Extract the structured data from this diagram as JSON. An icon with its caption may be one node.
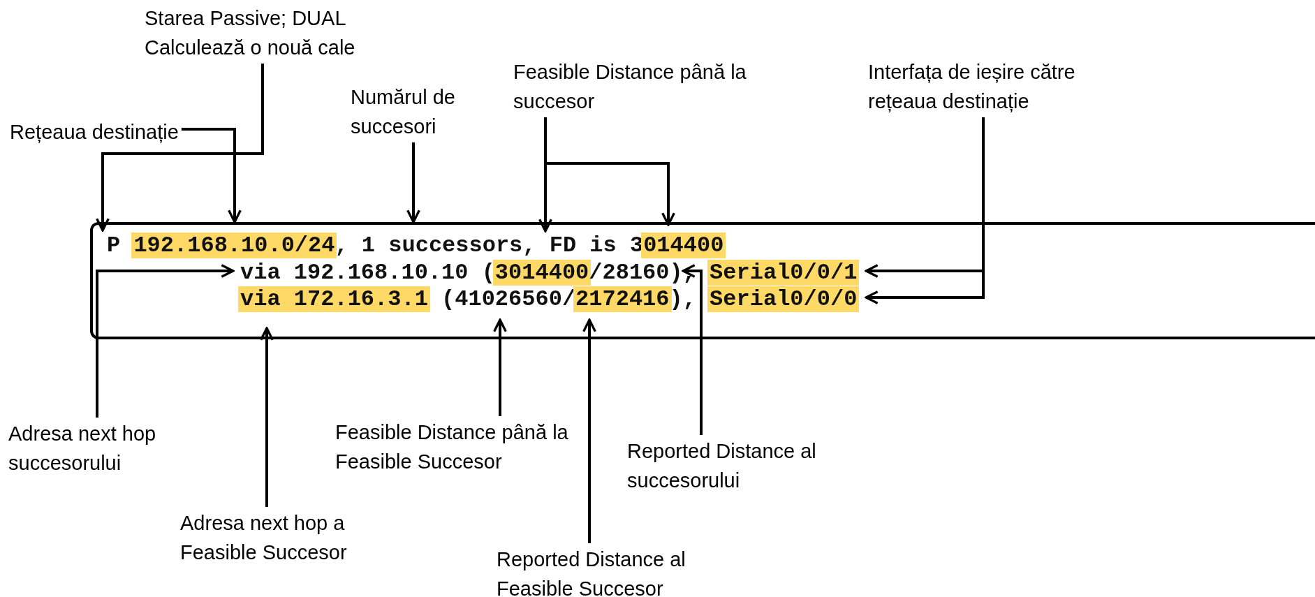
{
  "diagram": {
    "nodes": [
      {
        "text": [
          "Starea Passive; DUAL Calculează o nouă cale"
        ]
      },
      {
        "text": [
          "Feasible Distance până la succesor"
        ]
      },
      {
        "text": [
          "Interfața de ieșire către rețeaua destinație"
        ]
      },
      {
        "text": [
          "Numărul de succesori"
        ]
      },
      {
        "text": [
          "Rețeaua destinație"
        ]
      },
      {
        "text": [
          "P 192.168.10.0/24, 1 successors, FD is 3014400",
          "via 192.168.10.10 (3014400/28160), Serial0/0/1",
          "via 172.16.3.1 (41026560/2172416), Serial0/0/0"
        ]
      },
      {
        "text": [
          "Feasible Distance până la Feasible Succesor"
        ]
      },
      {
        "text": [
          "Adresa next hop succesorului"
        ]
      },
      {
        "text": [
          "Reported Distance al succesorului"
        ]
      },
      {
        "text": [
          "Adresa next hop a Feasible Succesor"
        ]
      },
      {
        "text": [
          "Reported Distance al Feasible Succesor"
        ]
      }
    ],
    "edges": [
      {
        "from": 0,
        "to": 5,
        "arrow": "to"
      },
      {
        "from": 4,
        "to": 5,
        "arrow": "to"
      },
      {
        "from": 3,
        "to": 5,
        "arrow": "to"
      },
      {
        "from": 1,
        "to": 5,
        "arrow": "to"
      },
      {
        "from": 1,
        "to": 5,
        "arrow": "to"
      },
      {
        "from": 2,
        "to": 5,
        "arrow": "to"
      },
      {
        "from": 2,
        "to": 5,
        "arrow": "to"
      },
      {
        "from": 7,
        "to": 5,
        "arrow": "to"
      },
      {
        "from": 9,
        "to": 5,
        "arrow": "to"
      },
      {
        "from": 6,
        "to": 5,
        "arrow": "to"
      },
      {
        "from": 10,
        "to": 5,
        "arrow": "to"
      },
      {
        "from": 8,
        "to": 5,
        "arrow": "to"
      }
    ]
  }
}
